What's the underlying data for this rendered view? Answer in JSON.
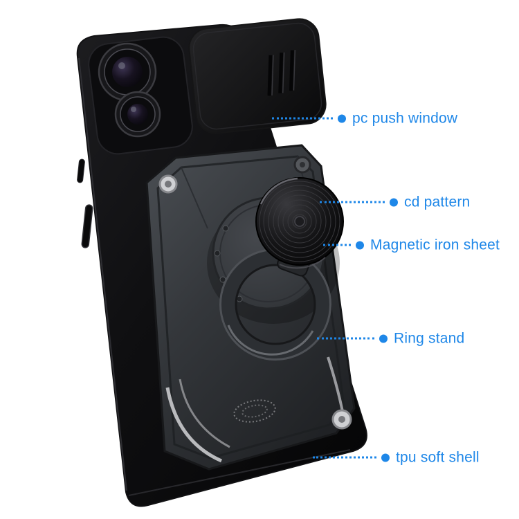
{
  "canvas": {
    "background": "#ffffff"
  },
  "accent_color": "#1e87e8",
  "icons": {
    "callout_dot": "filled-circle"
  },
  "annotations": [
    {
      "label": "pc push window"
    },
    {
      "label": "cd pattern"
    },
    {
      "label": "Magnetic iron sheet"
    },
    {
      "label": "Ring stand"
    },
    {
      "label": "tpu soft shell"
    }
  ]
}
